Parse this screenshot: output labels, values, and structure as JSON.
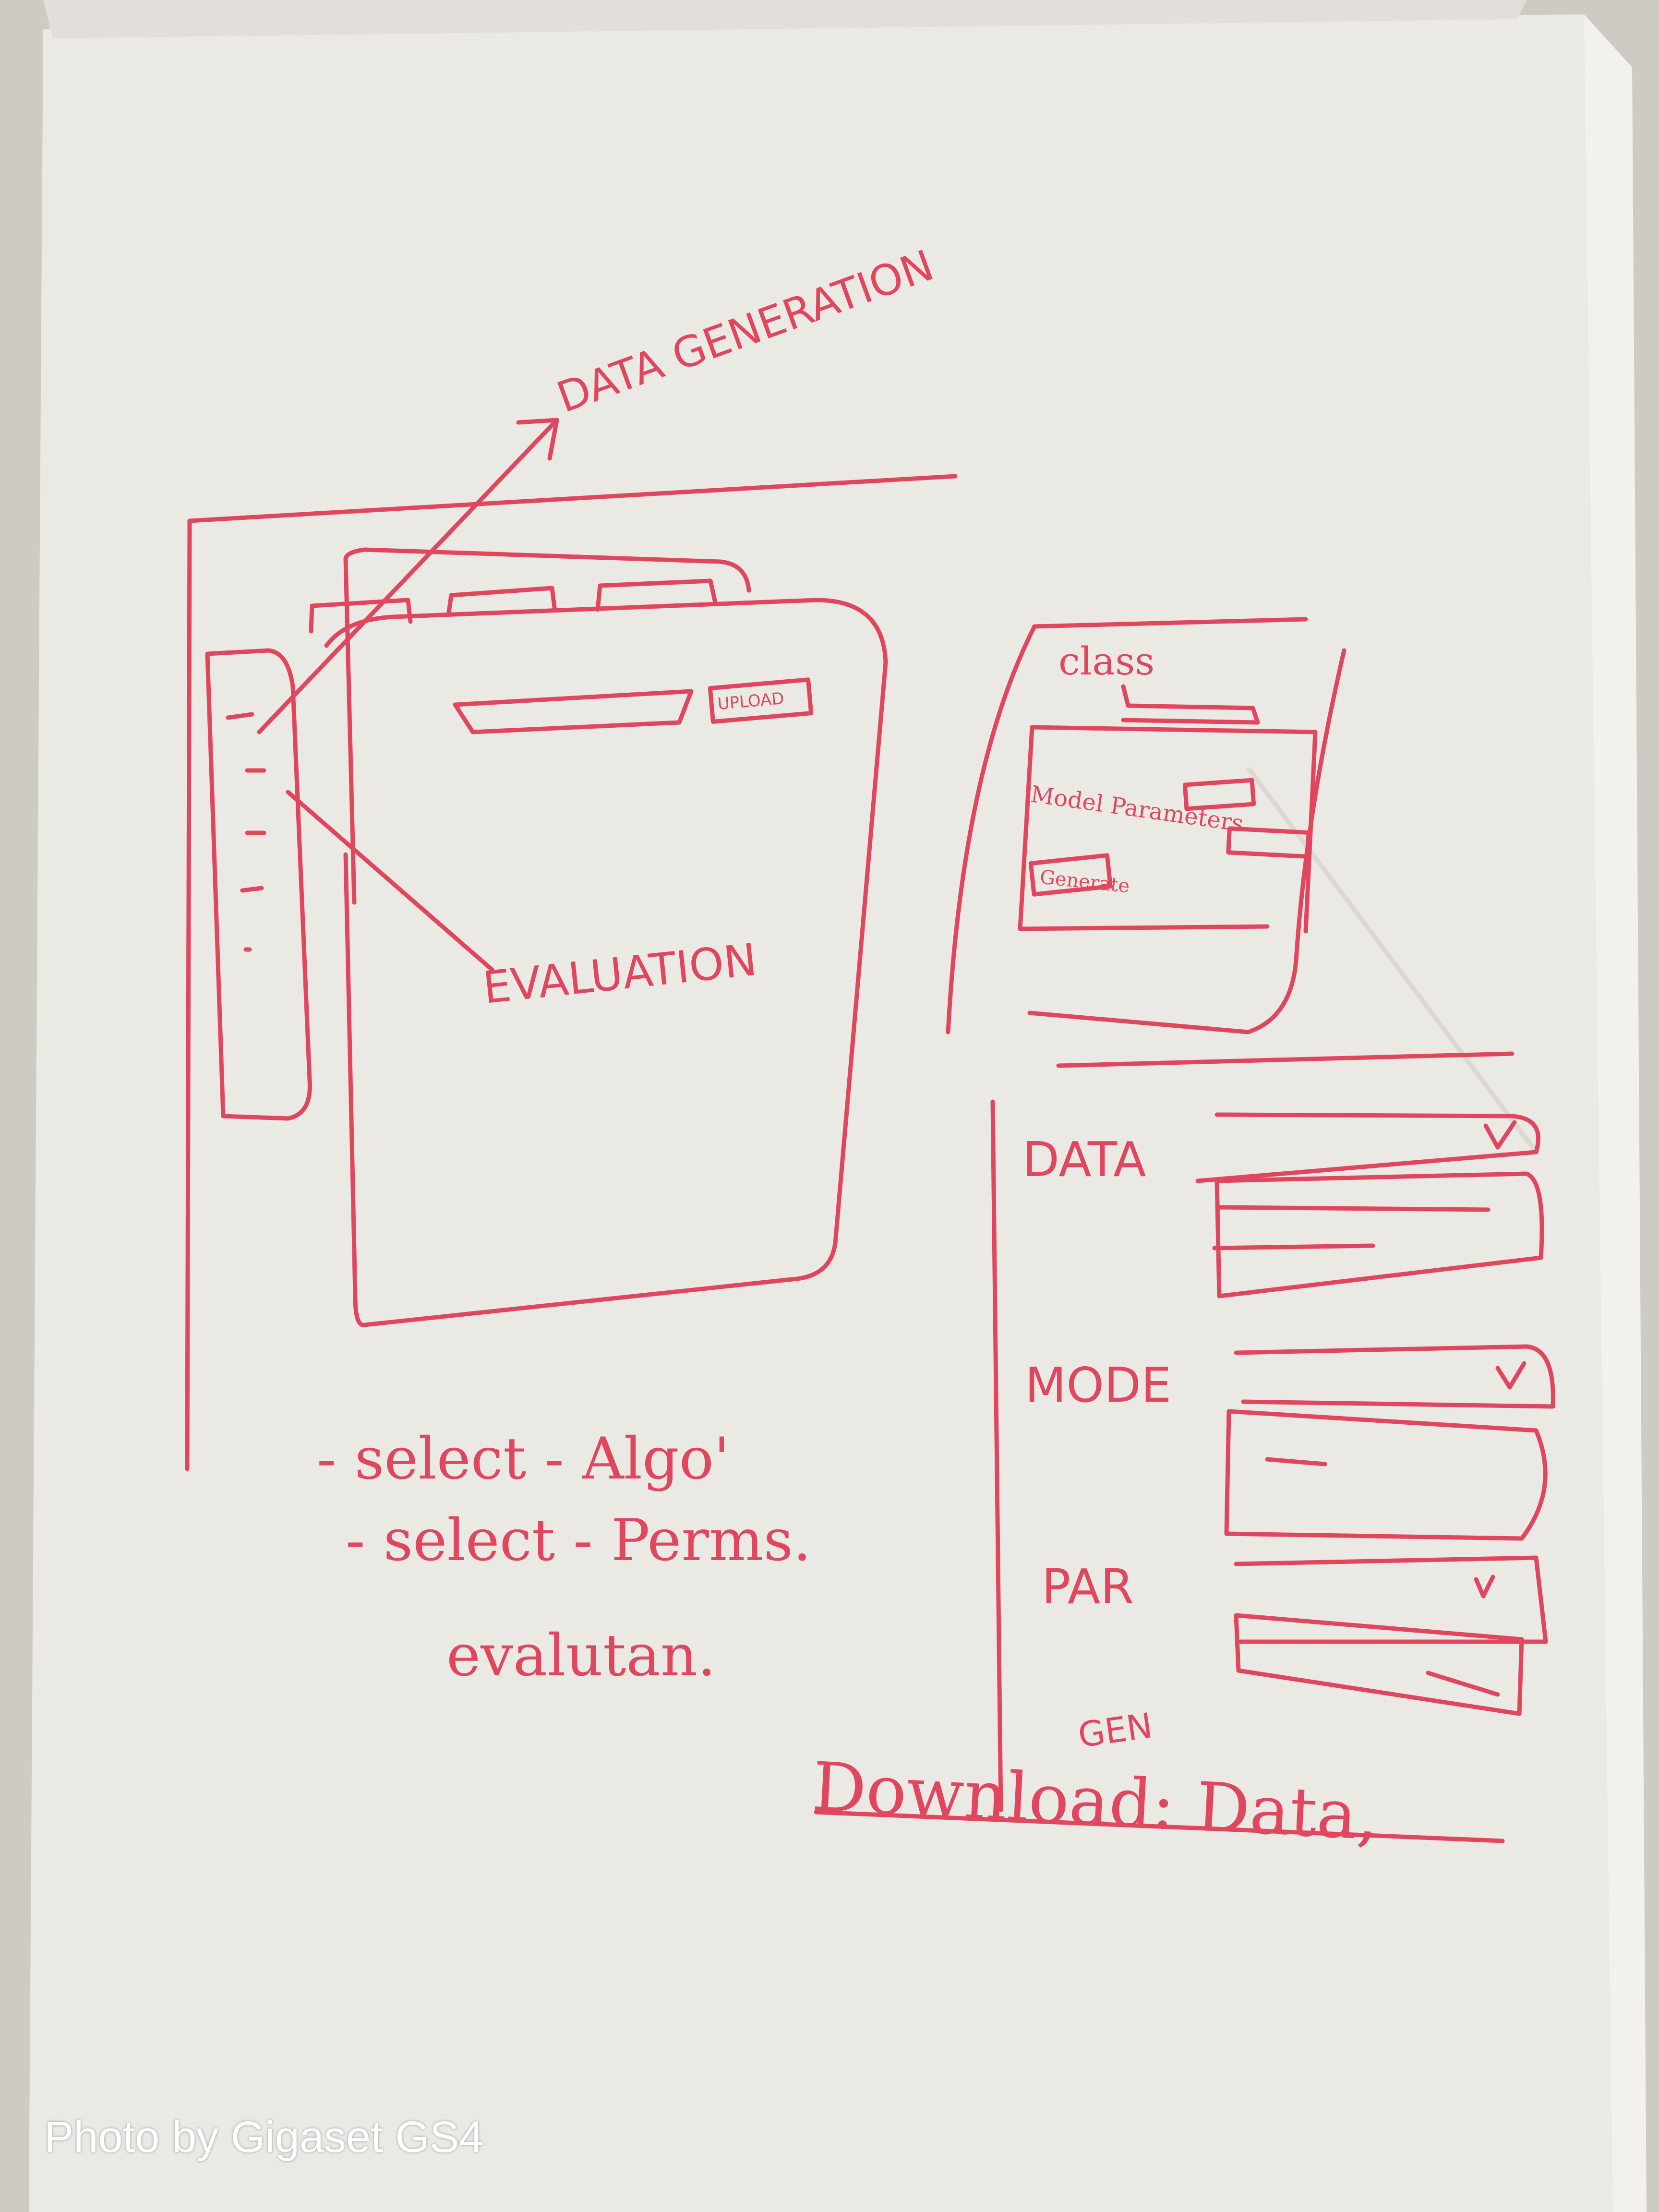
{
  "colors": {
    "ink": "#e0475f",
    "paper": "#ebe9e4",
    "paper_shadow": "#d4d1cb",
    "board_edge": "#c9c6c0"
  },
  "sketch": {
    "arrow_label_top": "DATA GENERATION",
    "arrow_label_mid": "EVALUATION",
    "upload_button": "UPLOAD",
    "class_panel": {
      "title": "class",
      "model_parameters": "Model Parameters",
      "generate_button": "Generate"
    },
    "steps": [
      "- select - Algo'",
      "- select - Perms.",
      "evalutan."
    ],
    "right_panel": {
      "data_label": "DATA",
      "model_label": "MODE",
      "par_label": "PAR",
      "gen_label": "GEN",
      "download_label": "Download: Data,"
    }
  },
  "photo_credit": "Photo by Gigaset GS4"
}
